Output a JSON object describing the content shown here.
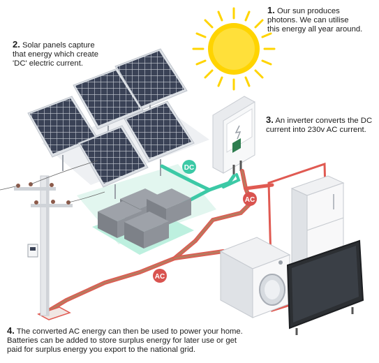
{
  "captions": {
    "sun": {
      "num": "1.",
      "line1": " Our sun produces",
      "line2": "photons. We can utilise",
      "line3": "this energy all year around."
    },
    "panels": {
      "num": "2.",
      "line1": " Solar panels capture",
      "line2": "that energy which create",
      "line3": "'DC' electric current."
    },
    "inverter": {
      "num": "3.",
      "line1": " An inverter converts the DC",
      "line2": "current into 230v AC current."
    },
    "home": {
      "num": "4.",
      "line1": " The converted AC energy can then be used to power your home.",
      "line2": "Batteries can be added to store surplus energy for later use or get",
      "line3": "paid for surplus energy you export to the national grid."
    }
  },
  "labels": {
    "dc": "DC",
    "ac_top": "AC",
    "ac_bottom": "AC"
  },
  "colors": {
    "sun": "#ffd400",
    "dc_cable": "#3cc9a6",
    "ac_cable": "#b87a5e",
    "ac_outline": "#e05a52",
    "panel_cell": "#3a4256",
    "panel_frame": "#cfd3da",
    "battery": "#8a8e95",
    "appliance": "#f2f2f2",
    "tv_screen": "#2c2f33"
  }
}
